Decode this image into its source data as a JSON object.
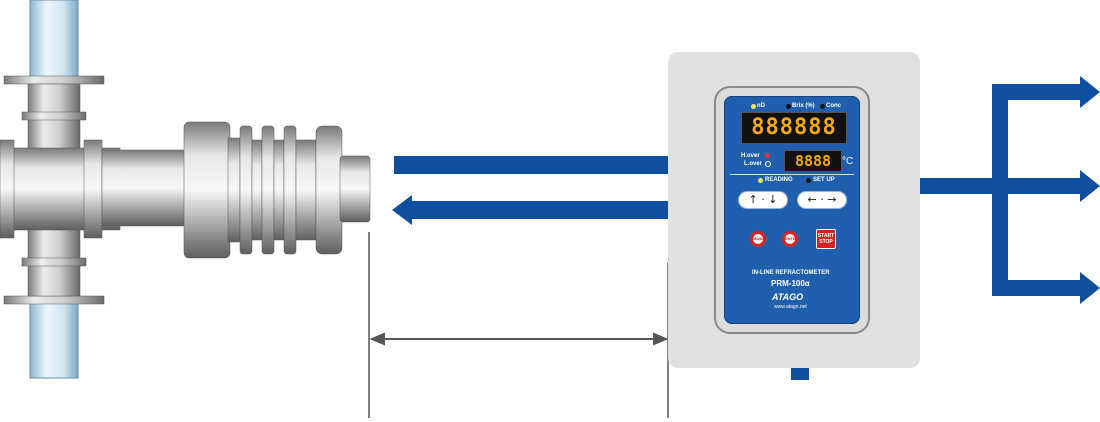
{
  "controller": {
    "mode_labels": [
      "nD",
      "Brix (%)",
      "Conc"
    ],
    "display_main_value": "888888",
    "display_temp_value": "8888",
    "temp_unit": "°C",
    "alarm_labels": [
      "H.over",
      "L.over"
    ],
    "state_labels": [
      "READING",
      "SET UP"
    ],
    "up_down_symbols": "↑ · ↓",
    "left_right_symbols": "← · →",
    "button_labels": [
      "MODE",
      "ENTER",
      "START\nSTOP"
    ],
    "product_name": "IN-LINE REFRACTOMETER",
    "model": "PRM-100α",
    "brand": "ATAGO",
    "website": "www.atago.net"
  },
  "colors": {
    "arrow_blue": "#0d4f9e",
    "controller_face": "#1f5fae",
    "panel_gray": "#e1e1e1",
    "pipe_blue": "#cfe6f4",
    "segment_amber": "#f5a80a"
  },
  "icons": [
    "up-arrow-icon",
    "down-arrow-icon",
    "left-arrow-icon",
    "right-arrow-icon"
  ]
}
